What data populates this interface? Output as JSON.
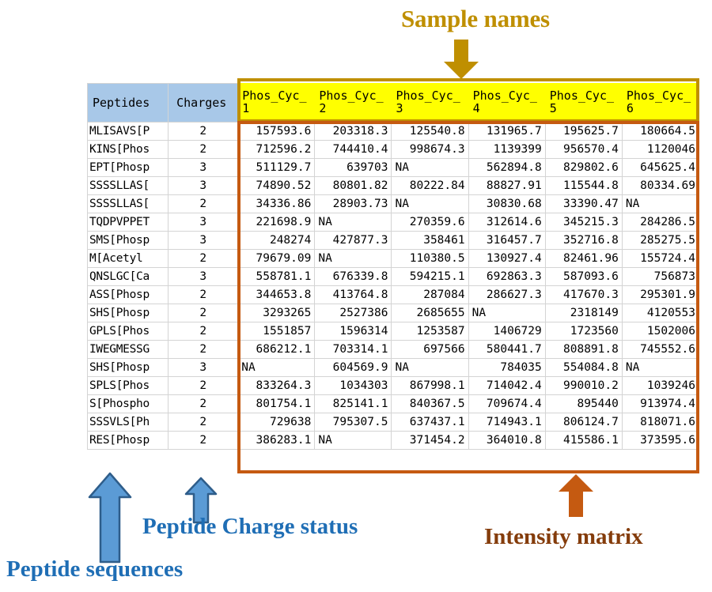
{
  "annotations": {
    "sample_names": {
      "label": "Sample names",
      "color": "#bf8f00",
      "icon": "arrow-down-icon"
    },
    "peptide_charge_status": {
      "label": "Peptide Charge status",
      "color": "#1f6eb5",
      "icon": "arrow-up-icon"
    },
    "peptide_sequences": {
      "label": "Peptide sequences",
      "color": "#1f6eb5",
      "icon": "arrow-up-icon"
    },
    "intensity_matrix": {
      "label": "Intensity matrix",
      "color": "#843c0b",
      "icon": "arrow-up-icon"
    }
  },
  "table": {
    "headers": {
      "peptides": "Peptides",
      "charges": "Charges",
      "samples": [
        "Phos_Cyc_1",
        "Phos_Cyc_2",
        "Phos_Cyc_3",
        "Phos_Cyc_4",
        "Phos_Cyc_5",
        "Phos_Cyc_6"
      ]
    },
    "header_colors": {
      "key_columns": "#a8c8e8",
      "sample_columns": "#ffff00"
    },
    "rows": [
      {
        "peptide": "MLISAVS[P",
        "charge": "2",
        "values": [
          "157593.6",
          "203318.3",
          "125540.8",
          "131965.7",
          "195625.7",
          "180664.5"
        ]
      },
      {
        "peptide": "KINS[Phos",
        "charge": "2",
        "values": [
          "712596.2",
          "744410.4",
          "998674.3",
          "1139399",
          "956570.4",
          "1120046"
        ]
      },
      {
        "peptide": "EPT[Phosp",
        "charge": "3",
        "values": [
          "511129.7",
          "639703",
          "NA",
          "562894.8",
          "829802.6",
          "645625.4"
        ]
      },
      {
        "peptide": "SSSSLLAS[",
        "charge": "3",
        "values": [
          "74890.52",
          "80801.82",
          "80222.84",
          "88827.91",
          "115544.8",
          "80334.69"
        ]
      },
      {
        "peptide": "SSSSLLAS[",
        "charge": "2",
        "values": [
          "34336.86",
          "28903.73",
          "NA",
          "30830.68",
          "33390.47",
          "NA"
        ]
      },
      {
        "peptide": "TQDPVPPET",
        "charge": "3",
        "values": [
          "221698.9",
          "NA",
          "270359.6",
          "312614.6",
          "345215.3",
          "284286.5"
        ]
      },
      {
        "peptide": "SMS[Phosp",
        "charge": "3",
        "values": [
          "248274",
          "427877.3",
          "358461",
          "316457.7",
          "352716.8",
          "285275.5"
        ]
      },
      {
        "peptide": "M[Acetyl",
        "charge": "2",
        "values": [
          "79679.09",
          "NA",
          "110380.5",
          "130927.4",
          "82461.96",
          "155724.4"
        ]
      },
      {
        "peptide": "QNSLGC[Ca",
        "charge": "3",
        "values": [
          "558781.1",
          "676339.8",
          "594215.1",
          "692863.3",
          "587093.6",
          "756873"
        ]
      },
      {
        "peptide": "ASS[Phosp",
        "charge": "2",
        "values": [
          "344653.8",
          "413764.8",
          "287084",
          "286627.3",
          "417670.3",
          "295301.9"
        ]
      },
      {
        "peptide": "SHS[Phosp",
        "charge": "2",
        "values": [
          "3293265",
          "2527386",
          "2685655",
          "NA",
          "2318149",
          "4120553"
        ]
      },
      {
        "peptide": "GPLS[Phos",
        "charge": "2",
        "values": [
          "1551857",
          "1596314",
          "1253587",
          "1406729",
          "1723560",
          "1502006"
        ]
      },
      {
        "peptide": "IWEGMESSG",
        "charge": "2",
        "values": [
          "686212.1",
          "703314.1",
          "697566",
          "580441.7",
          "808891.8",
          "745552.6"
        ]
      },
      {
        "peptide": "SHS[Phosp",
        "charge": "3",
        "values": [
          "NA",
          "604569.9",
          "NA",
          "784035",
          "554084.8",
          "NA"
        ]
      },
      {
        "peptide": "SPLS[Phos",
        "charge": "2",
        "values": [
          "833264.3",
          "1034303",
          "867998.1",
          "714042.4",
          "990010.2",
          "1039246"
        ]
      },
      {
        "peptide": "S[Phospho",
        "charge": "2",
        "values": [
          "801754.1",
          "825141.1",
          "840367.5",
          "709674.4",
          "895440",
          "913974.4"
        ]
      },
      {
        "peptide": "SSSVLS[Ph",
        "charge": "2",
        "values": [
          "729638",
          "795307.5",
          "637437.1",
          "714943.1",
          "806124.7",
          "818071.6"
        ]
      },
      {
        "peptide": "RES[Phosp",
        "charge": "2",
        "values": [
          "386283.1",
          "NA",
          "371454.2",
          "364010.8",
          "415586.1",
          "373595.6"
        ]
      }
    ]
  }
}
